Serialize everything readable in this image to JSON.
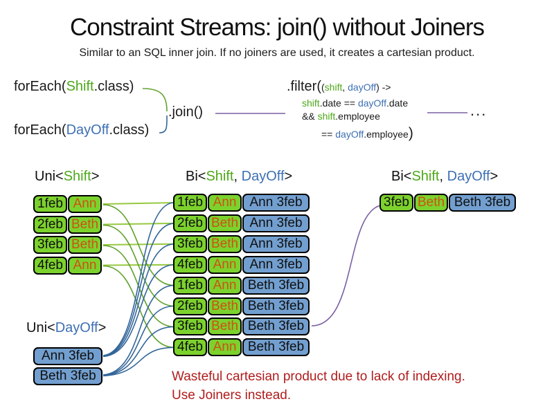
{
  "title": "Constraint Streams: join() without Joiners",
  "subtitle": "Similar to an SQL inner join. If no joiners are used, it creates a cartesian product.",
  "code": {
    "foreach_shift_pre": "forEach(",
    "foreach_shift_class": "Shift",
    "foreach_shift_post": ".class)",
    "foreach_dayoff_pre": "forEach(",
    "foreach_dayoff_class": "DayOff",
    "foreach_dayoff_post": ".class)",
    "join": ".join()",
    "filter_head": ".filter(",
    "filter_args_pre": "(",
    "filter_arg_shift": "shift",
    "filter_args_mid": ", ",
    "filter_arg_dayoff": "dayOff",
    "filter_args_post": ") ->",
    "filter_l2_shift": "shift",
    "filter_l2_a": ".date == ",
    "filter_l2_dayoff": "dayOff",
    "filter_l2_b": ".date",
    "filter_l3_a": "&& ",
    "filter_l3_shift": "shift",
    "filter_l3_b": ".employee",
    "filter_l4_a": "== ",
    "filter_l4_dayoff": "dayOff",
    "filter_l4_b": ".employee",
    "filter_l4_close": ")",
    "ellipsis": "..."
  },
  "labels": {
    "uni_shift_pre": "Uni<",
    "uni_shift_type": "Shift",
    "uni_shift_post": ">",
    "bi_pre": "Bi<",
    "bi_type1": "Shift",
    "bi_sep": ", ",
    "bi_type2": "DayOff",
    "bi_post": ">",
    "uni_dayoff_pre": "Uni<",
    "uni_dayoff_type": "DayOff",
    "uni_dayoff_post": ">"
  },
  "tables": {
    "uni_shift": [
      {
        "date": "1feb",
        "emp": "Ann"
      },
      {
        "date": "2feb",
        "emp": "Beth"
      },
      {
        "date": "3feb",
        "emp": "Beth"
      },
      {
        "date": "4feb",
        "emp": "Ann"
      }
    ],
    "uni_dayoff": [
      "Ann 3feb",
      "Beth 3feb"
    ],
    "bi": [
      {
        "date": "1feb",
        "emp": "Ann",
        "dayoff": "Ann 3feb"
      },
      {
        "date": "2feb",
        "emp": "Beth",
        "dayoff": "Ann 3feb"
      },
      {
        "date": "3feb",
        "emp": "Beth",
        "dayoff": "Ann 3feb"
      },
      {
        "date": "4feb",
        "emp": "Ann",
        "dayoff": "Ann 3feb"
      },
      {
        "date": "1feb",
        "emp": "Ann",
        "dayoff": "Beth 3feb"
      },
      {
        "date": "2feb",
        "emp": "Beth",
        "dayoff": "Beth 3feb"
      },
      {
        "date": "3feb",
        "emp": "Beth",
        "dayoff": "Beth 3feb"
      },
      {
        "date": "4feb",
        "emp": "Ann",
        "dayoff": "Beth 3feb"
      }
    ],
    "bi_right": [
      {
        "date": "3feb",
        "emp": "Beth",
        "dayoff": "Beth 3feb"
      }
    ]
  },
  "warning": {
    "line1": "Wasteful cartesian product due to lack of indexing.",
    "line2": "Use Joiners instead."
  },
  "colors": {
    "green_box": "#7cd22d",
    "blue_box": "#729fcf",
    "green_text": "#4ca819",
    "blue_text": "#3d6fb4",
    "orange_text": "#cc5214",
    "red_text": "#b01c1c",
    "line_green_light": "#97c83f",
    "line_green_dark": "#5fa12b",
    "line_blue": "#336699",
    "line_purple": "#7b5fa3",
    "diamond": "#a0549e"
  }
}
